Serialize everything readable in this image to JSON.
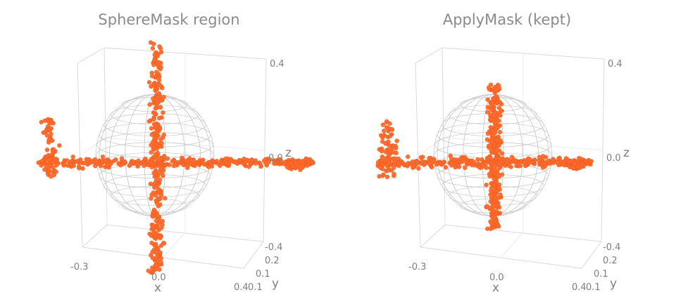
{
  "chart_data": [
    {
      "type": "scatter",
      "title": "SphereMask region",
      "axes": {
        "x": {
          "label": "x",
          "ticks": [
            "-0.3",
            "0.0",
            "0.4"
          ]
        },
        "y": {
          "label": "y",
          "ticks": [
            "0.1",
            "0.1",
            "0.2"
          ]
        },
        "z": {
          "label": "z",
          "ticks": [
            "-0.4",
            "0.0",
            "0.4"
          ]
        }
      },
      "xlim": [
        -0.3,
        0.4
      ],
      "zlim": [
        -0.4,
        0.4
      ],
      "point_color": "#ff6a2b",
      "sphere": {
        "center": [
          0.0,
          0.0,
          0.0
        ],
        "radius": 0.25,
        "color": "#c8c8c8"
      },
      "airplane": {
        "fuselage_x": [
          -0.3,
          0.4
        ],
        "wing_z": [
          -0.4,
          0.4
        ],
        "tail_fin_z": [
          0.05,
          0.15
        ],
        "stabilizer_z": [
          -0.06,
          0.06
        ]
      },
      "grid": true
    },
    {
      "type": "scatter",
      "title": "ApplyMask (kept)",
      "axes": {
        "x": {
          "label": "x",
          "ticks": [
            "-0.3",
            "0.0",
            "0.4"
          ]
        },
        "y": {
          "label": "y",
          "ticks": [
            "0.1",
            "0.1",
            "0.2"
          ]
        },
        "z": {
          "label": "z",
          "ticks": [
            "-0.4",
            "0.0",
            "0.4"
          ]
        }
      },
      "xlim": [
        -0.3,
        0.4
      ],
      "zlim": [
        -0.4,
        0.4
      ],
      "point_color": "#ff6a2b",
      "sphere": {
        "center": [
          0.0,
          0.0,
          0.0
        ],
        "radius": 0.25,
        "color": "#c8c8c8"
      },
      "airplane": {
        "fuselage_x": [
          -0.3,
          0.25
        ],
        "wing_z": [
          -0.25,
          0.25
        ],
        "tail_fin_z": [
          0.05,
          0.15
        ],
        "stabilizer_z": [
          -0.06,
          0.06
        ]
      },
      "grid": true
    }
  ]
}
